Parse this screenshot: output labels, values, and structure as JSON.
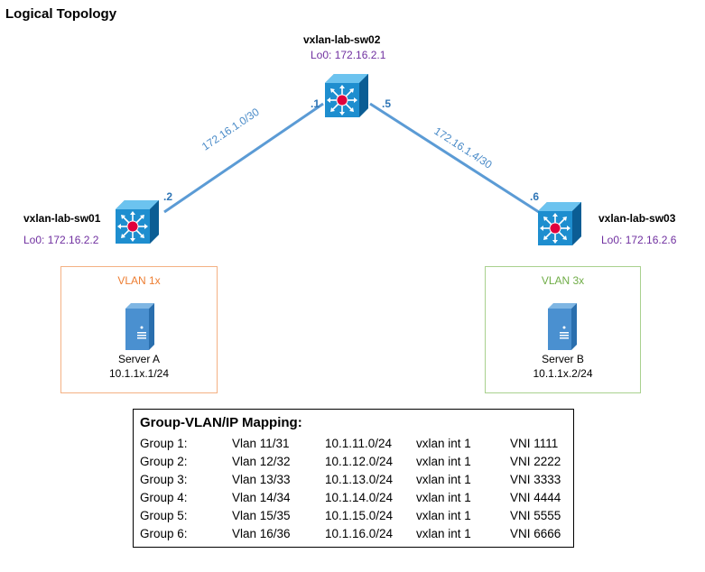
{
  "page": {
    "title": "Logical Topology"
  },
  "switches": [
    {
      "id": "sw02",
      "name": "vxlan-lab-sw02",
      "loopback": "Lo0: 172.16.2.1"
    },
    {
      "id": "sw01",
      "name": "vxlan-lab-sw01",
      "loopback": "Lo0: 172.16.2.2"
    },
    {
      "id": "sw03",
      "name": "vxlan-lab-sw03",
      "loopback": "Lo0: 172.16.2.6"
    }
  ],
  "links": [
    {
      "subnet": "172.16.1.0/30",
      "port_sw02": ".1",
      "port_sw01": ".2"
    },
    {
      "subnet": "172.16.1.4/30",
      "port_sw02": ".5",
      "port_sw03": ".6"
    }
  ],
  "vlans": [
    {
      "title": "VLAN 1x",
      "server": "Server A",
      "ip": "10.1.1x.1/24",
      "color": "#ED7D31"
    },
    {
      "title": "VLAN 3x",
      "server": "Server B",
      "ip": "10.1.1x.2/24",
      "color": "#70AD47"
    }
  ],
  "mapping": {
    "title": "Group-VLAN/IP Mapping:",
    "rows": [
      {
        "group": "Group 1:",
        "vlan": "Vlan 11/31",
        "subnet": "10.1.11.0/24",
        "interface": "vxlan int 1",
        "vni": "VNI 1111"
      },
      {
        "group": "Group 2:",
        "vlan": "Vlan 12/32",
        "subnet": "10.1.12.0/24",
        "interface": "vxlan int 1",
        "vni": "VNI 2222"
      },
      {
        "group": "Group 3:",
        "vlan": "Vlan 13/33",
        "subnet": "10.1.13.0/24",
        "interface": "vxlan int 1",
        "vni": "VNI 3333"
      },
      {
        "group": "Group 4:",
        "vlan": "Vlan 14/34",
        "subnet": "10.1.14.0/24",
        "interface": "vxlan int 1",
        "vni": "VNI 4444"
      },
      {
        "group": "Group 5:",
        "vlan": "Vlan 15/35",
        "subnet": "10.1.15.0/24",
        "interface": "vxlan int 1",
        "vni": "VNI 5555"
      },
      {
        "group": "Group 6:",
        "vlan": "Vlan 16/36",
        "subnet": "10.1.16.0/24",
        "interface": "vxlan int 1",
        "vni": "VNI 6666"
      }
    ]
  },
  "icons": {
    "switch": "layer3-switch-icon",
    "server": "server-icon"
  },
  "colors": {
    "link": "#5B9BD5",
    "switch_body": "#1E8ECF",
    "switch_center": "#E0003C",
    "loopback": "#7030A0",
    "port": "#2E75B6"
  }
}
